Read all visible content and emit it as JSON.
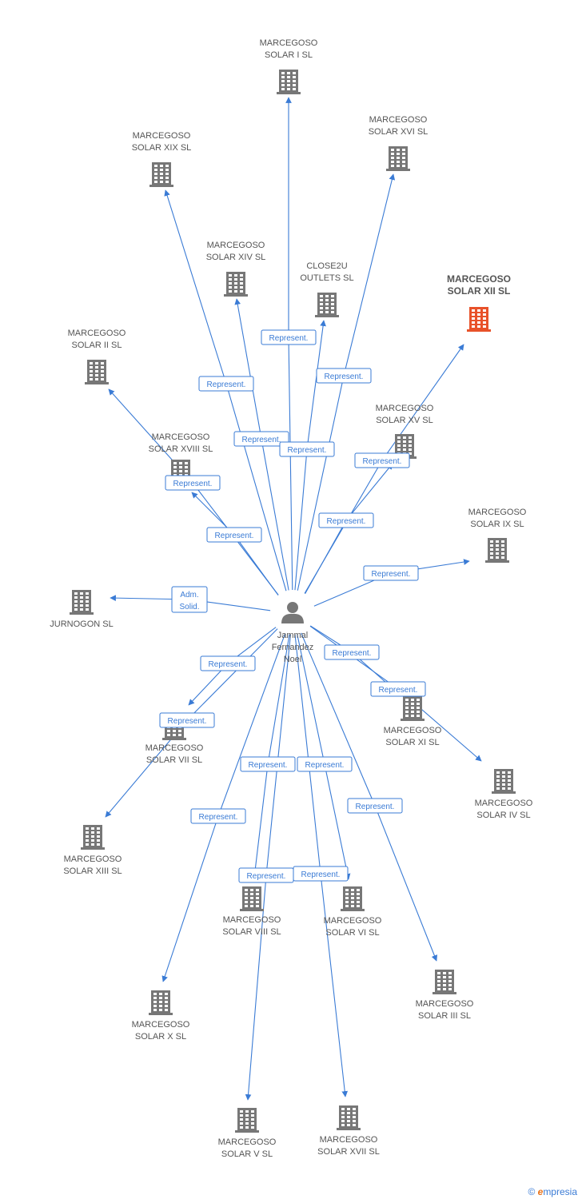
{
  "colors": {
    "edge": "#3a7bd5",
    "building": "#777777",
    "highlight": "#e8522a",
    "label": "#555555"
  },
  "person": {
    "name_lines": [
      "Jammal",
      "Fernandez",
      "Noel"
    ],
    "icon": "person-icon"
  },
  "nodes": [
    {
      "id": "solar-i",
      "lines": [
        "MARCEGOSO",
        "SOLAR I SL"
      ]
    },
    {
      "id": "solar-xvi",
      "lines": [
        "MARCEGOSO",
        "SOLAR XVI SL"
      ]
    },
    {
      "id": "solar-xix",
      "lines": [
        "MARCEGOSO",
        "SOLAR XIX SL"
      ]
    },
    {
      "id": "solar-xiv",
      "lines": [
        "MARCEGOSO",
        "SOLAR XIV SL"
      ]
    },
    {
      "id": "close2u",
      "lines": [
        "CLOSE2U",
        "OUTLETS SL"
      ]
    },
    {
      "id": "solar-xii",
      "lines": [
        "MARCEGOSO",
        "SOLAR XII SL"
      ],
      "highlight": true
    },
    {
      "id": "solar-ii",
      "lines": [
        "MARCEGOSO",
        "SOLAR II SL"
      ]
    },
    {
      "id": "solar-xv",
      "lines": [
        "MARCEGOSO",
        "SOLAR XV SL"
      ]
    },
    {
      "id": "solar-xviii",
      "lines": [
        "MARCEGOSO",
        "SOLAR XVIII SL"
      ]
    },
    {
      "id": "solar-ix",
      "lines": [
        "MARCEGOSO",
        "SOLAR IX SL"
      ]
    },
    {
      "id": "jurnogon",
      "lines": [
        "JURNOGON  SL"
      ]
    },
    {
      "id": "solar-xi",
      "lines": [
        "MARCEGOSO",
        "SOLAR XI SL"
      ]
    },
    {
      "id": "solar-vii",
      "lines": [
        "MARCEGOSO",
        "SOLAR VII SL"
      ]
    },
    {
      "id": "solar-iv",
      "lines": [
        "MARCEGOSO",
        "SOLAR IV SL"
      ]
    },
    {
      "id": "solar-xiii",
      "lines": [
        "MARCEGOSO",
        "SOLAR XIII SL"
      ]
    },
    {
      "id": "solar-viii",
      "lines": [
        "MARCEGOSO",
        "SOLAR VIII SL"
      ]
    },
    {
      "id": "solar-vi",
      "lines": [
        "MARCEGOSO",
        "SOLAR VI SL"
      ]
    },
    {
      "id": "solar-iii",
      "lines": [
        "MARCEGOSO",
        "SOLAR III SL"
      ]
    },
    {
      "id": "solar-x",
      "lines": [
        "MARCEGOSO",
        "SOLAR X SL"
      ]
    },
    {
      "id": "solar-v",
      "lines": [
        "MARCEGOSO",
        "SOLAR V SL"
      ]
    },
    {
      "id": "solar-xvii",
      "lines": [
        "MARCEGOSO",
        "SOLAR XVII SL"
      ]
    }
  ],
  "edges": [
    {
      "to": "solar-i",
      "label": [
        "Represent."
      ]
    },
    {
      "to": "solar-xvi",
      "label": [
        "Represent."
      ]
    },
    {
      "to": "solar-xix",
      "label": [
        "Represent."
      ]
    },
    {
      "to": "solar-xiv",
      "label": [
        "Represent."
      ]
    },
    {
      "to": "close2u",
      "label": [
        "Represent."
      ]
    },
    {
      "to": "solar-xii",
      "label": [
        "Represent."
      ]
    },
    {
      "to": "solar-ii",
      "label": [
        "Represent."
      ]
    },
    {
      "to": "solar-xv",
      "label": [
        "Represent."
      ]
    },
    {
      "to": "solar-xviii",
      "label": [
        "Represent."
      ]
    },
    {
      "to": "solar-ix",
      "label": [
        "Represent."
      ]
    },
    {
      "to": "jurnogon",
      "label": [
        "Adm.",
        "Solid."
      ]
    },
    {
      "to": "solar-xi",
      "label": [
        "Represent."
      ]
    },
    {
      "to": "solar-vii",
      "label": [
        "Represent."
      ]
    },
    {
      "to": "solar-iv",
      "label": [
        "Represent."
      ]
    },
    {
      "to": "solar-xiii",
      "label": [
        "Represent."
      ]
    },
    {
      "to": "solar-viii",
      "label": [
        "Represent."
      ]
    },
    {
      "to": "solar-vi",
      "label": [
        "Represent."
      ]
    },
    {
      "to": "solar-iii",
      "label": [
        "Represent."
      ]
    },
    {
      "to": "solar-x",
      "label": [
        "Represent."
      ]
    },
    {
      "to": "solar-v",
      "label": [
        "Represent."
      ]
    },
    {
      "to": "solar-xvii",
      "label": [
        "Represent."
      ]
    }
  ],
  "footer": {
    "copyright": "©",
    "brand_initial": "e",
    "brand_rest": "mpresia"
  }
}
